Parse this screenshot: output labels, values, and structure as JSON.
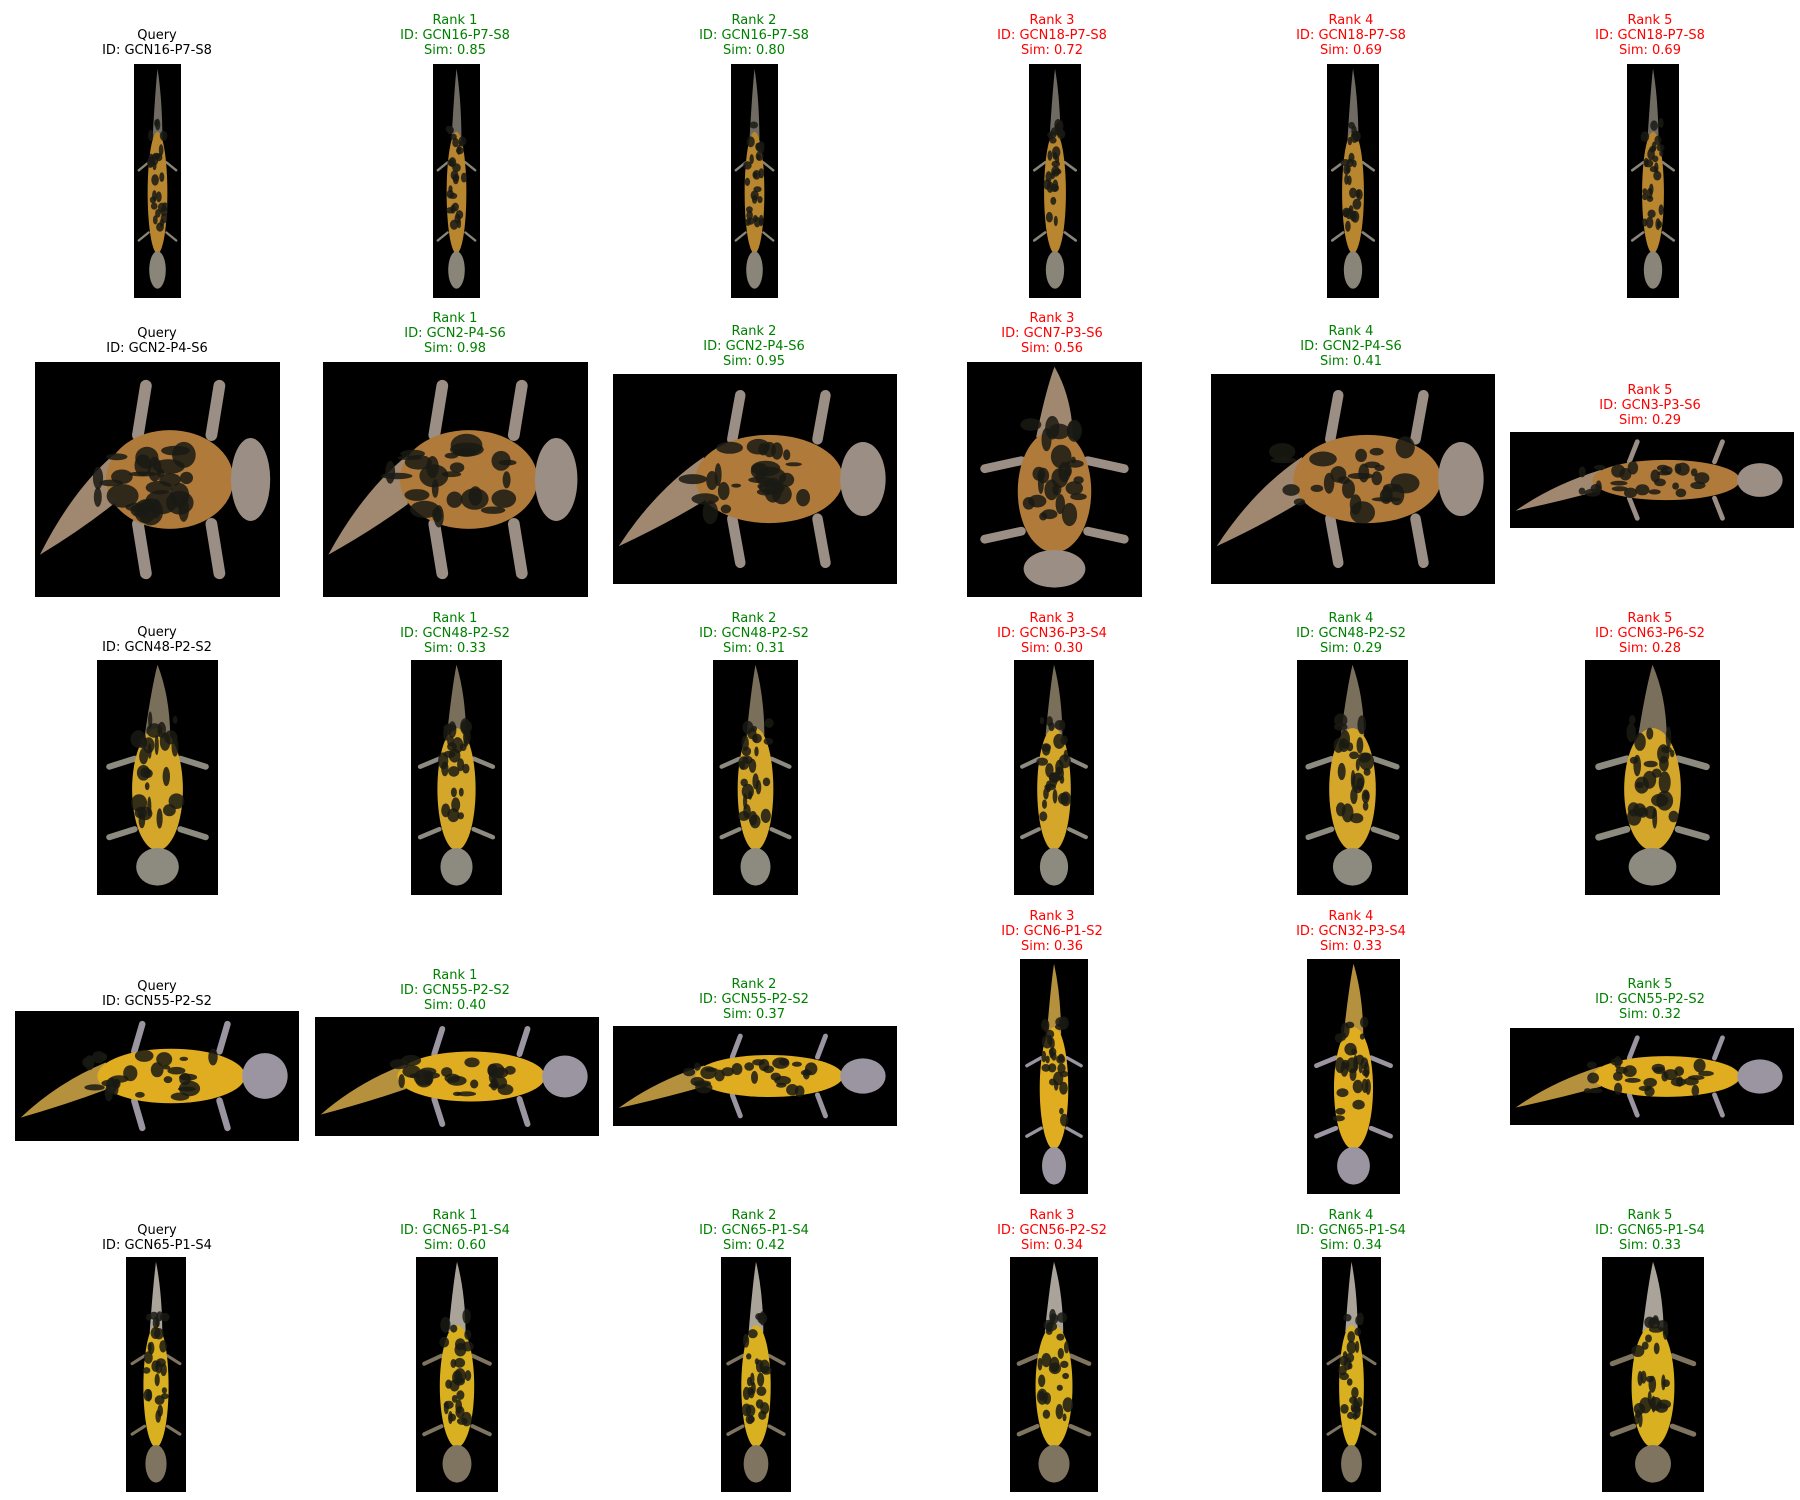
{
  "figure": {
    "rows": [
      {
        "query": {
          "title": "Query",
          "id": "ID: GCN16-P7-S8"
        },
        "results": [
          {
            "rank": "Rank 1",
            "id": "ID: GCN16-P7-S8",
            "sim": "Sim: 0.85",
            "correct": true
          },
          {
            "rank": "Rank 2",
            "id": "ID: GCN16-P7-S8",
            "sim": "Sim: 0.80",
            "correct": true
          },
          {
            "rank": "Rank 3",
            "id": "ID: GCN18-P7-S8",
            "sim": "Sim: 0.72",
            "correct": false
          },
          {
            "rank": "Rank 4",
            "id": "ID: GCN18-P7-S8",
            "sim": "Sim: 0.69",
            "correct": false
          },
          {
            "rank": "Rank 5",
            "id": "ID: GCN18-P7-S8",
            "sim": "Sim: 0.69",
            "correct": false
          }
        ]
      },
      {
        "query": {
          "title": "Query",
          "id": "ID: GCN2-P4-S6"
        },
        "results": [
          {
            "rank": "Rank 1",
            "id": "ID: GCN2-P4-S6",
            "sim": "Sim: 0.98",
            "correct": true
          },
          {
            "rank": "Rank 2",
            "id": "ID: GCN2-P4-S6",
            "sim": "Sim: 0.95",
            "correct": true
          },
          {
            "rank": "Rank 3",
            "id": "ID: GCN7-P3-S6",
            "sim": "Sim: 0.56",
            "correct": false
          },
          {
            "rank": "Rank 4",
            "id": "ID: GCN2-P4-S6",
            "sim": "Sim: 0.41",
            "correct": true
          },
          {
            "rank": "Rank 5",
            "id": "ID: GCN3-P3-S6",
            "sim": "Sim: 0.29",
            "correct": false
          }
        ]
      },
      {
        "query": {
          "title": "Query",
          "id": "ID: GCN48-P2-S2"
        },
        "results": [
          {
            "rank": "Rank 1",
            "id": "ID: GCN48-P2-S2",
            "sim": "Sim: 0.33",
            "correct": true
          },
          {
            "rank": "Rank 2",
            "id": "ID: GCN48-P2-S2",
            "sim": "Sim: 0.31",
            "correct": true
          },
          {
            "rank": "Rank 3",
            "id": "ID: GCN36-P3-S4",
            "sim": "Sim: 0.30",
            "correct": false
          },
          {
            "rank": "Rank 4",
            "id": "ID: GCN48-P2-S2",
            "sim": "Sim: 0.29",
            "correct": true
          },
          {
            "rank": "Rank 5",
            "id": "ID: GCN63-P6-S2",
            "sim": "Sim: 0.28",
            "correct": false
          }
        ]
      },
      {
        "query": {
          "title": "Query",
          "id": "ID: GCN55-P2-S2"
        },
        "results": [
          {
            "rank": "Rank 1",
            "id": "ID: GCN55-P2-S2",
            "sim": "Sim: 0.40",
            "correct": true
          },
          {
            "rank": "Rank 2",
            "id": "ID: GCN55-P2-S2",
            "sim": "Sim: 0.37",
            "correct": true
          },
          {
            "rank": "Rank 3",
            "id": "ID: GCN6-P1-S2",
            "sim": "Sim: 0.36",
            "correct": false
          },
          {
            "rank": "Rank 4",
            "id": "ID: GCN32-P3-S4",
            "sim": "Sim: 0.33",
            "correct": false
          },
          {
            "rank": "Rank 5",
            "id": "ID: GCN55-P2-S2",
            "sim": "Sim: 0.32",
            "correct": true
          }
        ]
      },
      {
        "query": {
          "title": "Query",
          "id": "ID: GCN65-P1-S4"
        },
        "results": [
          {
            "rank": "Rank 1",
            "id": "ID: GCN65-P1-S4",
            "sim": "Sim: 0.60",
            "correct": true
          },
          {
            "rank": "Rank 2",
            "id": "ID: GCN65-P1-S4",
            "sim": "Sim: 0.42",
            "correct": true
          },
          {
            "rank": "Rank 3",
            "id": "ID: GCN56-P2-S2",
            "sim": "Sim: 0.34",
            "correct": false
          },
          {
            "rank": "Rank 4",
            "id": "ID: GCN65-P1-S4",
            "sim": "Sim: 0.34",
            "correct": true
          },
          {
            "rank": "Rank 5",
            "id": "ID: GCN65-P1-S4",
            "sim": "Sim: 0.33",
            "correct": true
          }
        ]
      }
    ],
    "colors": {
      "correct": "#008000",
      "incorrect": "#ff0000",
      "query": "#000000",
      "thumb_bg": "#000000"
    }
  }
}
